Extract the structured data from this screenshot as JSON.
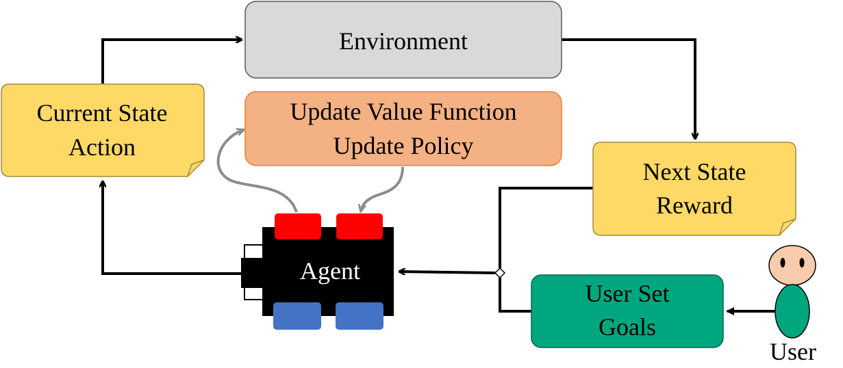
{
  "nodes": {
    "environment": {
      "label": "Environment",
      "fill": "#d9d9d9"
    },
    "current_state": {
      "line1": "Current State",
      "line2": "Action",
      "fill": "#ffd966"
    },
    "update": {
      "line1": "Update Value Function",
      "line2": "Update Policy",
      "fill": "#f4b183"
    },
    "next_state": {
      "line1": "Next State",
      "line2": "Reward",
      "fill": "#ffd966"
    },
    "agent": {
      "label": "Agent",
      "fill": "#000000",
      "top_buttons": "#ff0000",
      "bottom_buttons": "#4472c4"
    },
    "user_goals": {
      "line1": "User Set",
      "line2": "Goals",
      "fill": "#00a67e"
    },
    "user": {
      "label": "User",
      "head": "#f8cbad",
      "body": "#00a67e"
    }
  },
  "edge_colors": {
    "main": "#000000",
    "update_loop": "#8c8c8c"
  }
}
